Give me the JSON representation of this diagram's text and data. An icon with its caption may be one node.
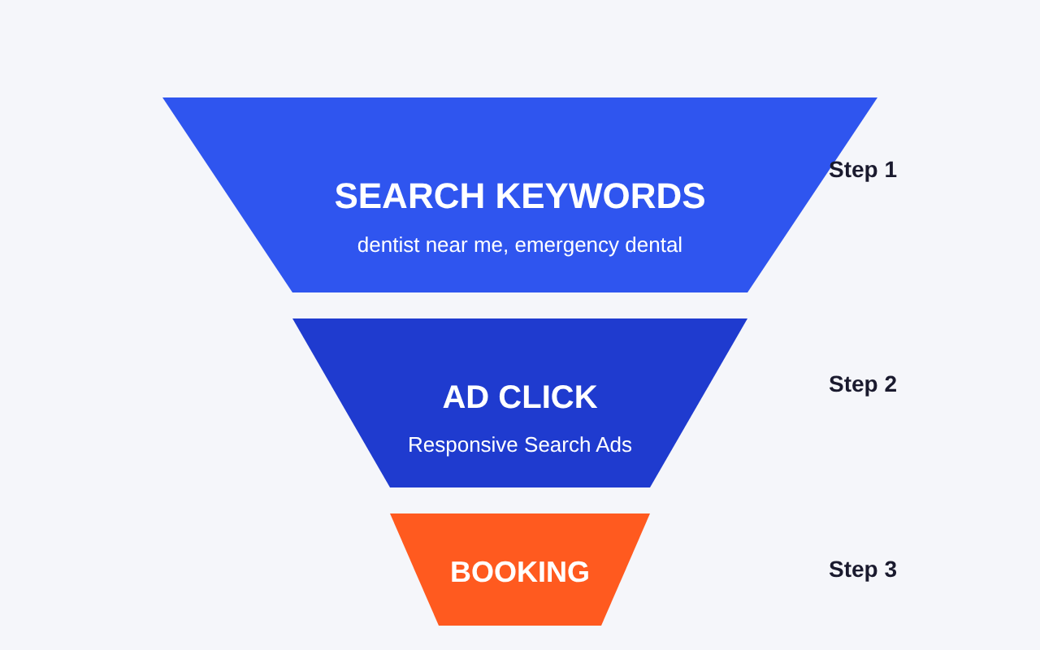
{
  "diagram": {
    "nodes": [
      {
        "text": [
          "SEARCH KEYWORDS",
          "dentist near me, emergency dental"
        ]
      },
      {
        "text": [
          "AD CLICK",
          "Responsive Search Ads"
        ]
      },
      {
        "text": [
          "BOOKING"
        ]
      }
    ],
    "labels": [
      "Step 1",
      "Step 2",
      "Step 3"
    ]
  }
}
